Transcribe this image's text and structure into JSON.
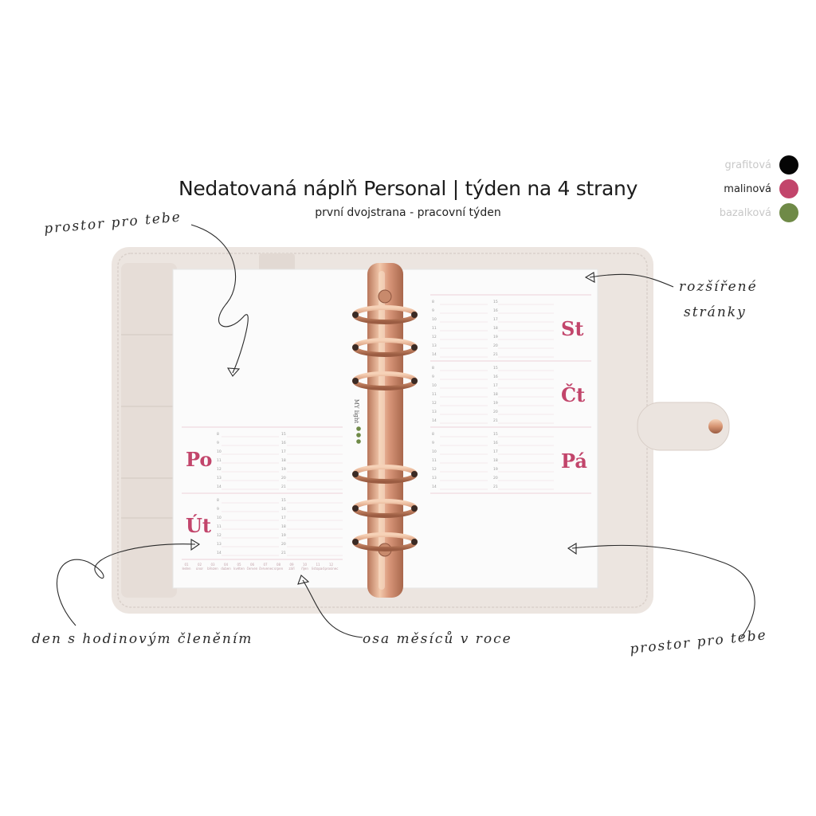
{
  "header": {
    "title": "Nedatovaná náplň Personal | týden na 4 strany",
    "subtitle": "první dvojstrana - pracovní týden"
  },
  "swatches": [
    {
      "label": "grafitová",
      "color": "#050505",
      "label_color": "#c8c8c8"
    },
    {
      "label": "malinová",
      "color": "#c2456b",
      "label_color": "#222222"
    },
    {
      "label": "bazalková",
      "color": "#6f8a47",
      "label_color": "#c8c8c8"
    }
  ],
  "annotations": {
    "space_left": "prostor pro tebe",
    "extended_pages": [
      "rozšířené",
      "stránky"
    ],
    "day_hours": "den s hodinovým členěním",
    "months_axis": "osa měsíců v roce",
    "space_right": "prostor pro tebe"
  },
  "planner": {
    "accent_color": "#c2456b",
    "days": [
      "Po",
      "Út",
      "St",
      "Čt",
      "Pá"
    ],
    "logo_text": "MY light",
    "months": [
      {
        "num": "01",
        "name": "leden"
      },
      {
        "num": "02",
        "name": "únor"
      },
      {
        "num": "03",
        "name": "březen"
      },
      {
        "num": "04",
        "name": "duben"
      },
      {
        "num": "05",
        "name": "květen"
      },
      {
        "num": "06",
        "name": "červen"
      },
      {
        "num": "07",
        "name": "červenec"
      },
      {
        "num": "08",
        "name": "srpen"
      },
      {
        "num": "09",
        "name": "září"
      },
      {
        "num": "10",
        "name": "říjen"
      },
      {
        "num": "11",
        "name": "listopad"
      },
      {
        "num": "12",
        "name": "prosinec"
      }
    ],
    "hours_col1": [
      "8",
      "9",
      "10",
      "11",
      "12",
      "13",
      "14"
    ],
    "hours_col2": [
      "15",
      "16",
      "17",
      "18",
      "19",
      "20",
      "21"
    ]
  }
}
